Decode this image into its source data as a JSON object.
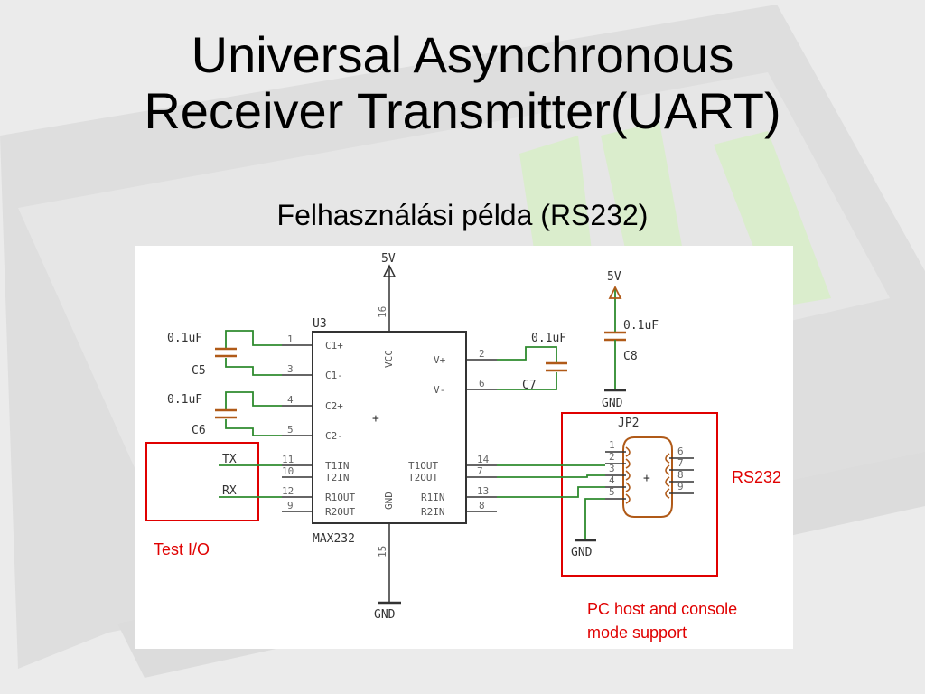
{
  "slide": {
    "title_line1": "Universal Asynchronous",
    "title_line2": "Receiver Transmitter(UART)",
    "subtitle": "Felhasználási példa (RS232)"
  },
  "schematic": {
    "chip": {
      "ref": "U3",
      "part": "MAX232"
    },
    "power_5v_main": "5V",
    "power_5v_cap": "5V",
    "gnd_main": "GND",
    "gnd_cap": "GND",
    "gnd_conn": "GND",
    "pin_labels_left": [
      "C1+",
      "C1-",
      "C2+",
      "C2-",
      "T1IN",
      "T2IN",
      "R1OUT",
      "R2OUT"
    ],
    "pin_numbers_left": [
      "1",
      "3",
      "4",
      "5",
      "11",
      "10",
      "12",
      "9"
    ],
    "pin_labels_right": [
      "V+",
      "V-",
      "T1OUT",
      "T2OUT",
      "R1IN",
      "R2IN"
    ],
    "pin_numbers_right": [
      "2",
      "6",
      "14",
      "7",
      "13",
      "8"
    ],
    "vcc_label": "VCC",
    "vcc_pin": "16",
    "gnd_label": "GND",
    "gnd_pin": "15",
    "caps": {
      "c5_value": "0.1uF",
      "c5_ref": "C5",
      "c6_value": "0.1uF",
      "c6_ref": "C6",
      "c7_value": "0.1uF",
      "c7_ref": "C7",
      "c8_value": "0.1uF",
      "c8_ref": "C8"
    },
    "tx_label": "TX",
    "rx_label": "RX",
    "connector": {
      "ref": "JP2",
      "pins_left": [
        "1",
        "2",
        "3",
        "4",
        "5"
      ],
      "pins_right": [
        "6",
        "7",
        "8",
        "9"
      ]
    },
    "annotations": {
      "rs232": "RS232",
      "test_io": "Test I/O",
      "pc_host_line1": "PC host and console",
      "pc_host_line2": "mode support"
    }
  },
  "colors": {
    "wire": "#2e8b2e",
    "component": "#b05a18",
    "annotation_red": "#e00000",
    "background": "#ebebeb"
  }
}
